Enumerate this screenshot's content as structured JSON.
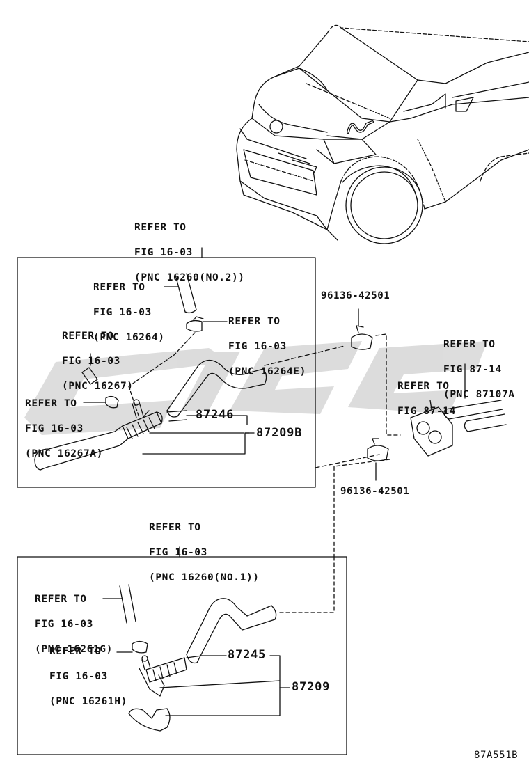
{
  "colors": {
    "line": "#111111",
    "watermark": "#dcdcdc",
    "background": "#ffffff"
  },
  "watermark_icon": "watermark-logo",
  "labels": {
    "top_refer_16260_no2": [
      "REFER TO",
      "FIG 16-03",
      "(PNC 16260(NO.2))"
    ],
    "refer_16264": [
      "REFER TO",
      "FIG 16-03",
      "(PNC 16264)"
    ],
    "refer_16264e": [
      "REFER TO",
      "FIG 16-03",
      "(PNC 16264E)"
    ],
    "refer_16267": [
      "REFER TO",
      "FIG 16-03",
      "(PNC 16267)"
    ],
    "refer_16267a": [
      "REFER TO",
      "FIG 16-03",
      "(PNC 16267A)"
    ],
    "refer_87107a": [
      "REFER TO",
      "FIG 87-14",
      "(PNC 87107A"
    ],
    "refer_87_14": [
      "REFER TO",
      "FIG 87-14"
    ],
    "refer_16260_no1": [
      "REFER TO",
      "FIG 16-03",
      "(PNC 16260(NO.1))"
    ],
    "refer_16261g": [
      "REFER TO",
      "FIG 16-03",
      "(PNC 16261G)"
    ],
    "refer_16261h": [
      "REFER TO",
      "FIG 16-03",
      "(PNC 16261H)"
    ]
  },
  "part_numbers": {
    "clamp_top": "96136-42501",
    "clamp_bottom": "96136-42501",
    "hose_87246": "87246",
    "valve_87209b": "87209B",
    "hose_87245": "87245",
    "valve_87209": "87209"
  },
  "figure_code": "87A551B"
}
